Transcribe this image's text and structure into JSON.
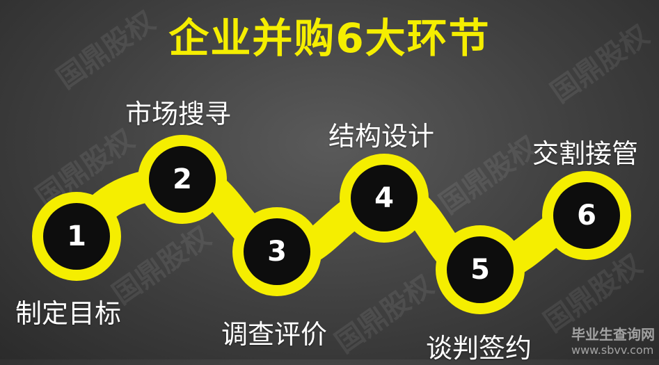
{
  "title": "企业并购6大环节",
  "steps": [
    {
      "number": "1",
      "label": "制定目标"
    },
    {
      "number": "2",
      "label": "市场搜寻"
    },
    {
      "number": "3",
      "label": "调查评价"
    },
    {
      "number": "4",
      "label": "结构设计"
    },
    {
      "number": "5",
      "label": "谈判签约"
    },
    {
      "number": "6",
      "label": "交割接管"
    }
  ],
  "watermark": "国鼎股权",
  "site_watermark": {
    "name": "毕业生查询网",
    "url": "www.sbvv.com"
  },
  "colors": {
    "accent": "#f5ee00",
    "node": "#0d0d0d",
    "text": "#ffffff"
  }
}
